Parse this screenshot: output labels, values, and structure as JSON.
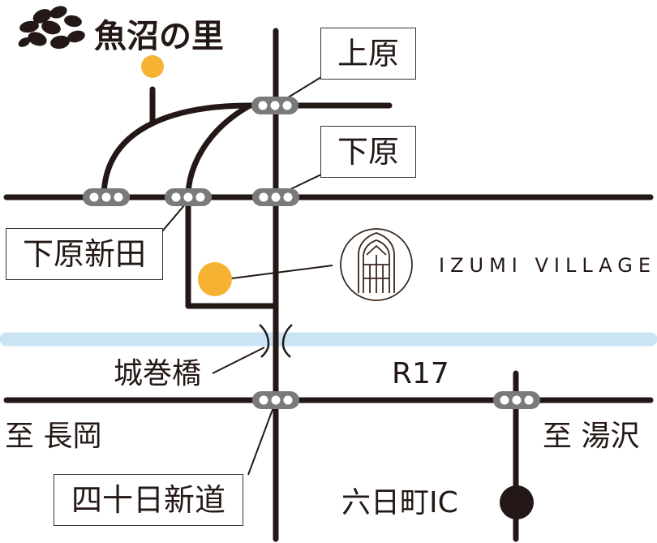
{
  "brand": {
    "name": "魚沼の里",
    "logo_icon": "seed-cluster-icon"
  },
  "landmark": {
    "name": "IZUMI VILLAGE",
    "logo_icon": "arch-building-icon",
    "marker_icon": "location-dot-icon"
  },
  "intersections": {
    "kamihara": "上原",
    "shimohara": "下原",
    "shimohara_shinden": "下原新田",
    "tokamachi_shindo": "四十日新道"
  },
  "bridge": "城巻橋",
  "road_name": "R17",
  "directions": {
    "west": "至 長岡",
    "east": "至 湯沢"
  },
  "interchange": "六日町IC",
  "colors": {
    "road": "#231815",
    "river": "#c9e4f5",
    "marker": "#f6b233",
    "signal_body": "#7a7a7a",
    "signal_light": "#ffffff",
    "label_border": "#333333"
  }
}
